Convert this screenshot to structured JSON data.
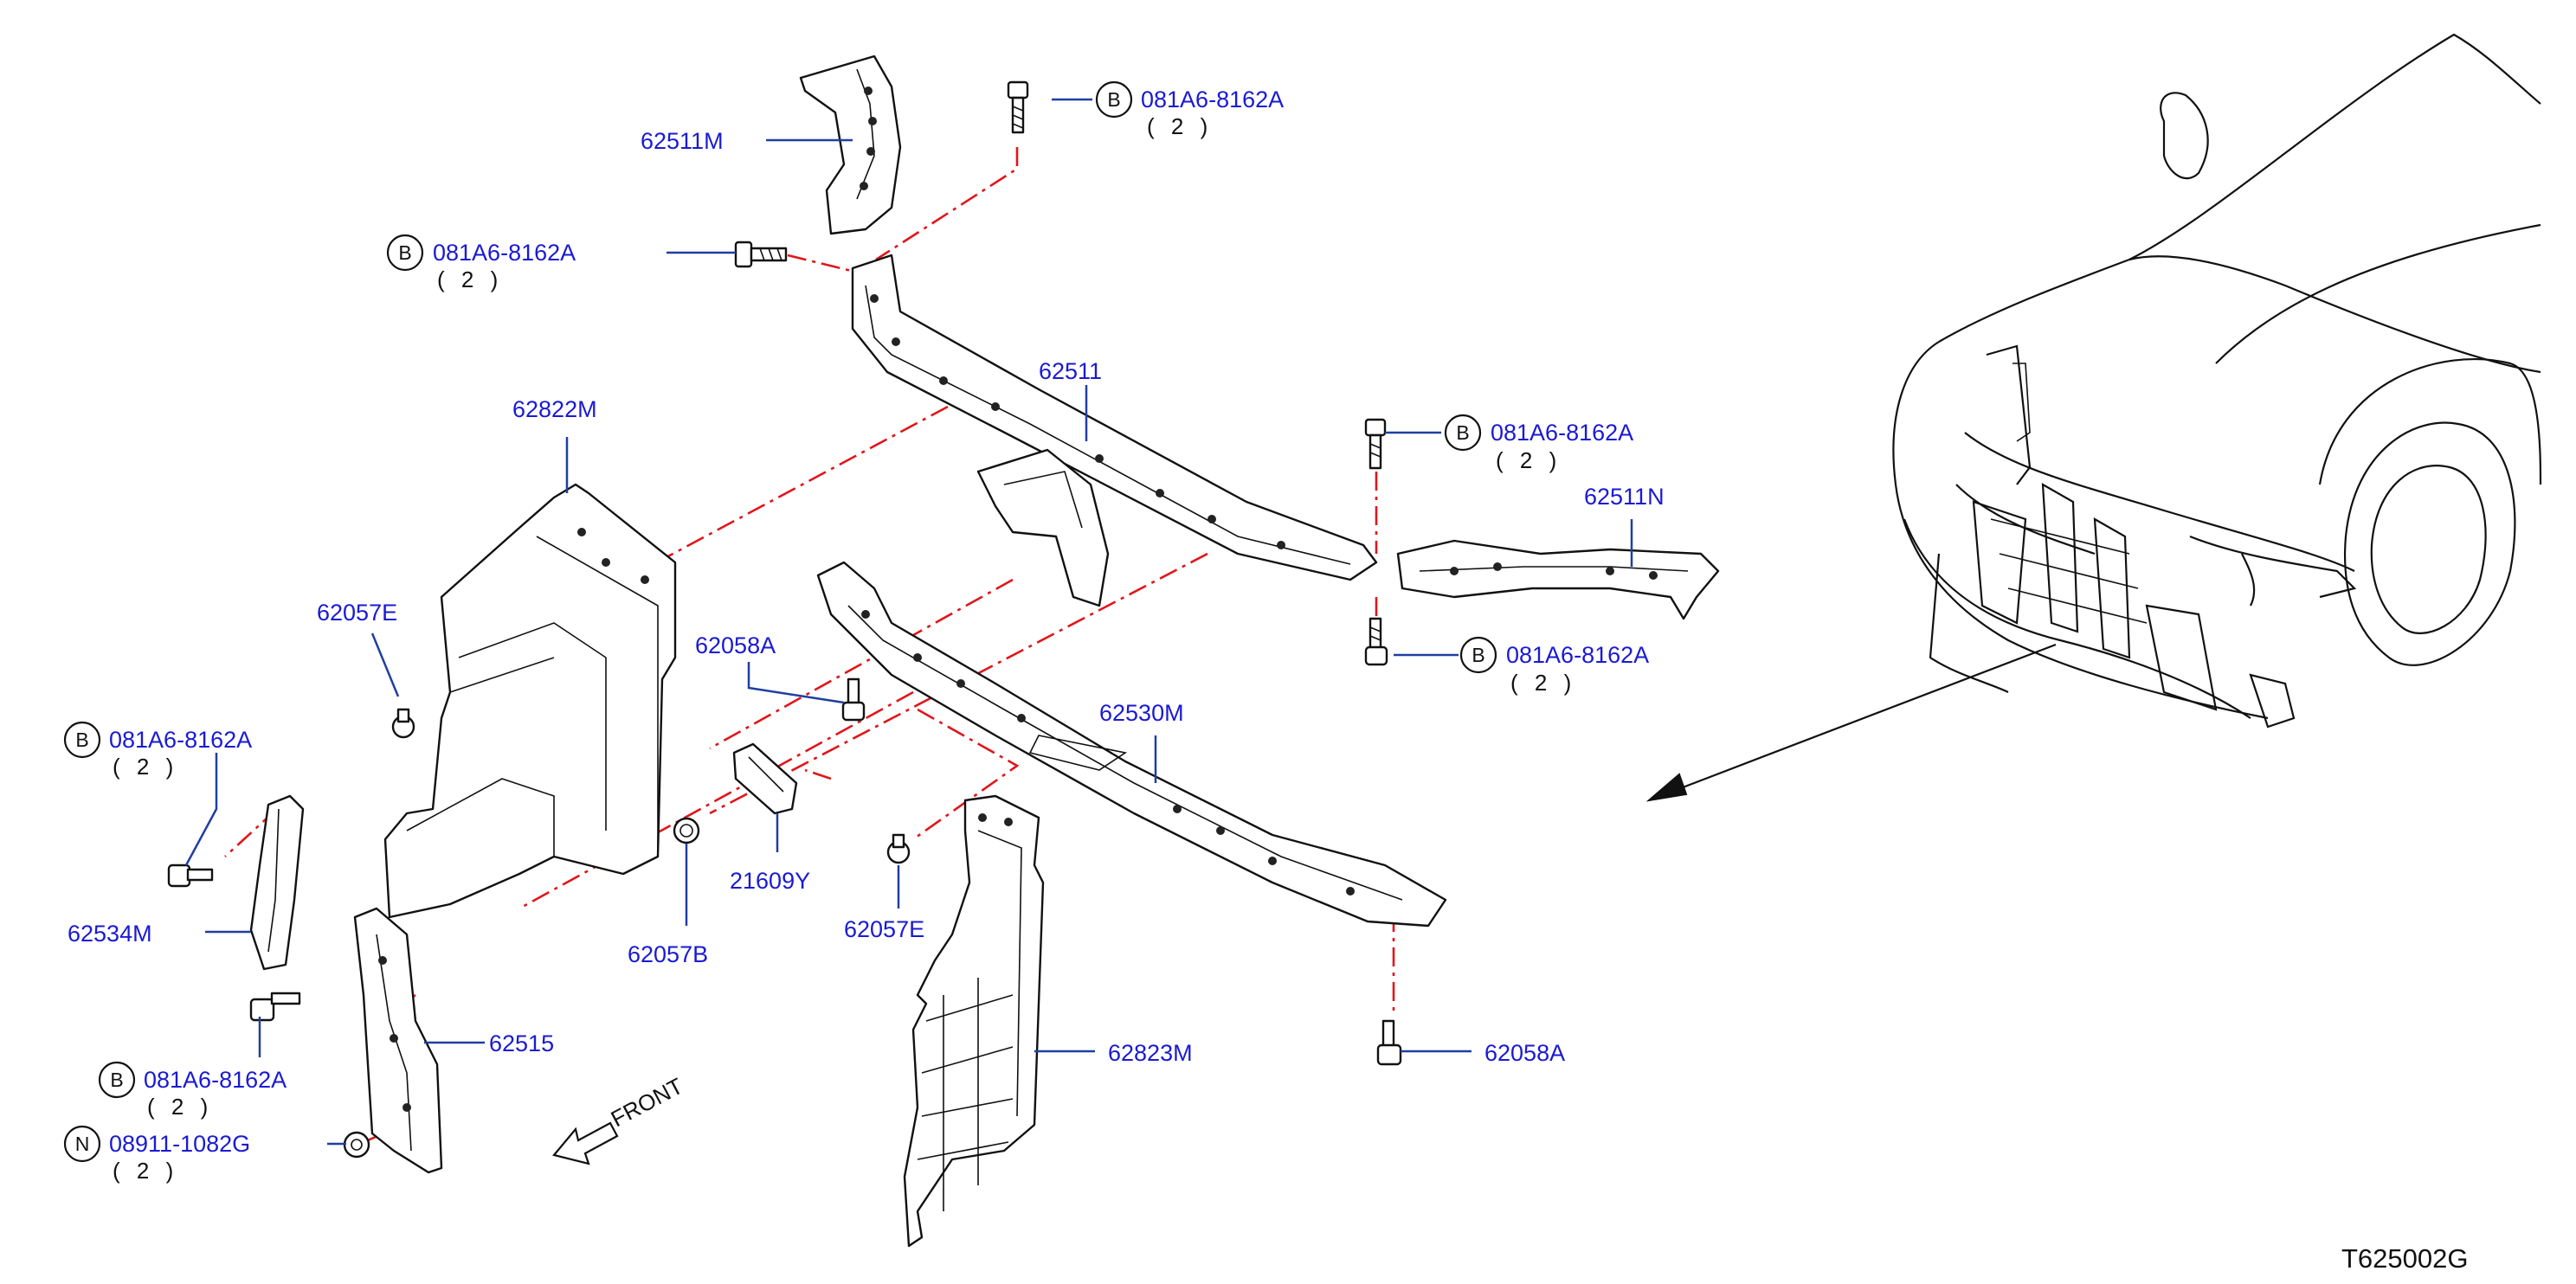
{
  "diagram": {
    "title_code": "T625002G",
    "front_indicator": "FRONT",
    "callouts": [
      {
        "id": "c1",
        "symbol": "B",
        "part": "081A6-8162A",
        "qty": "( 2 )"
      },
      {
        "id": "c2",
        "symbol": "B",
        "part": "081A6-8162A",
        "qty": "( 2 )"
      },
      {
        "id": "c3",
        "symbol": "B",
        "part": "081A6-8162A",
        "qty": "( 2 )"
      },
      {
        "id": "c4",
        "symbol": "B",
        "part": "081A6-8162A",
        "qty": "( 2 )"
      },
      {
        "id": "c5",
        "symbol": "B",
        "part": "081A6-8162A",
        "qty": "( 2 )"
      },
      {
        "id": "c6",
        "symbol": "B",
        "part": "081A6-8162A",
        "qty": "( 2 )"
      },
      {
        "id": "c7",
        "symbol": "N",
        "part": "08911-1082G",
        "qty": "( 2 )"
      }
    ],
    "labels": {
      "p62511M": "62511M",
      "p62511": "62511",
      "p62511N": "62511N",
      "p62822M": "62822M",
      "p62057E_left": "62057E",
      "p62058A_mid": "62058A",
      "p62530M": "62530M",
      "p21609Y": "21609Y",
      "p62057B": "62057B",
      "p62057E_mid": "62057E",
      "p62534M": "62534M",
      "p62515": "62515",
      "p62823M": "62823M",
      "p62058A_right": "62058A"
    }
  }
}
